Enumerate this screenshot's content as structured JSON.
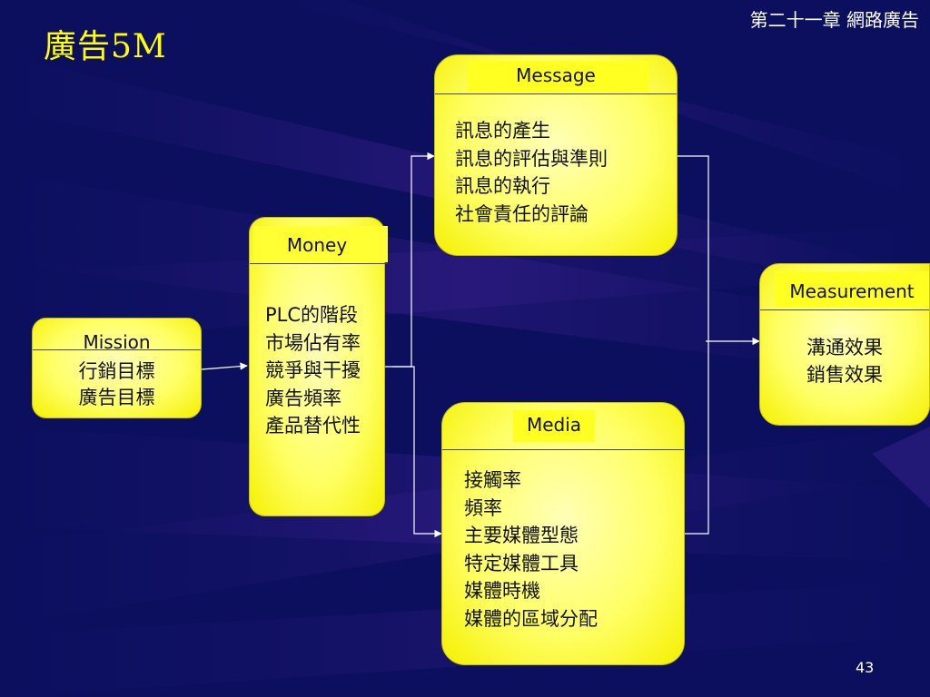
{
  "slide": {
    "title": "廣告5M",
    "chapter": "第二十一章 網路廣告",
    "page_number": "43"
  },
  "boxes": {
    "mission": {
      "title": "Mission",
      "items": [
        "行銷目標",
        "廣告目標"
      ]
    },
    "money": {
      "title": "Money",
      "items": [
        "PLC的階段",
        "市場佔有率",
        "競爭與干擾",
        "廣告頻率",
        "產品替代性"
      ]
    },
    "message": {
      "title": "Message",
      "items": [
        "訊息的產生",
        "訊息的評估與準則",
        "訊息的執行",
        "社會責任的評論"
      ]
    },
    "media": {
      "title": "Media",
      "items": [
        "接觸率",
        "頻率",
        "主要媒體型態",
        "特定媒體工具",
        "媒體時機",
        "媒體的區域分配"
      ]
    },
    "measurement": {
      "title": "Measurement",
      "items": [
        "溝通效果",
        "銷售效果"
      ]
    }
  },
  "colors": {
    "background": "#0b0f5e",
    "title": "#ffff00",
    "box_fill": "#ffff66",
    "connector": "#ffffff"
  }
}
